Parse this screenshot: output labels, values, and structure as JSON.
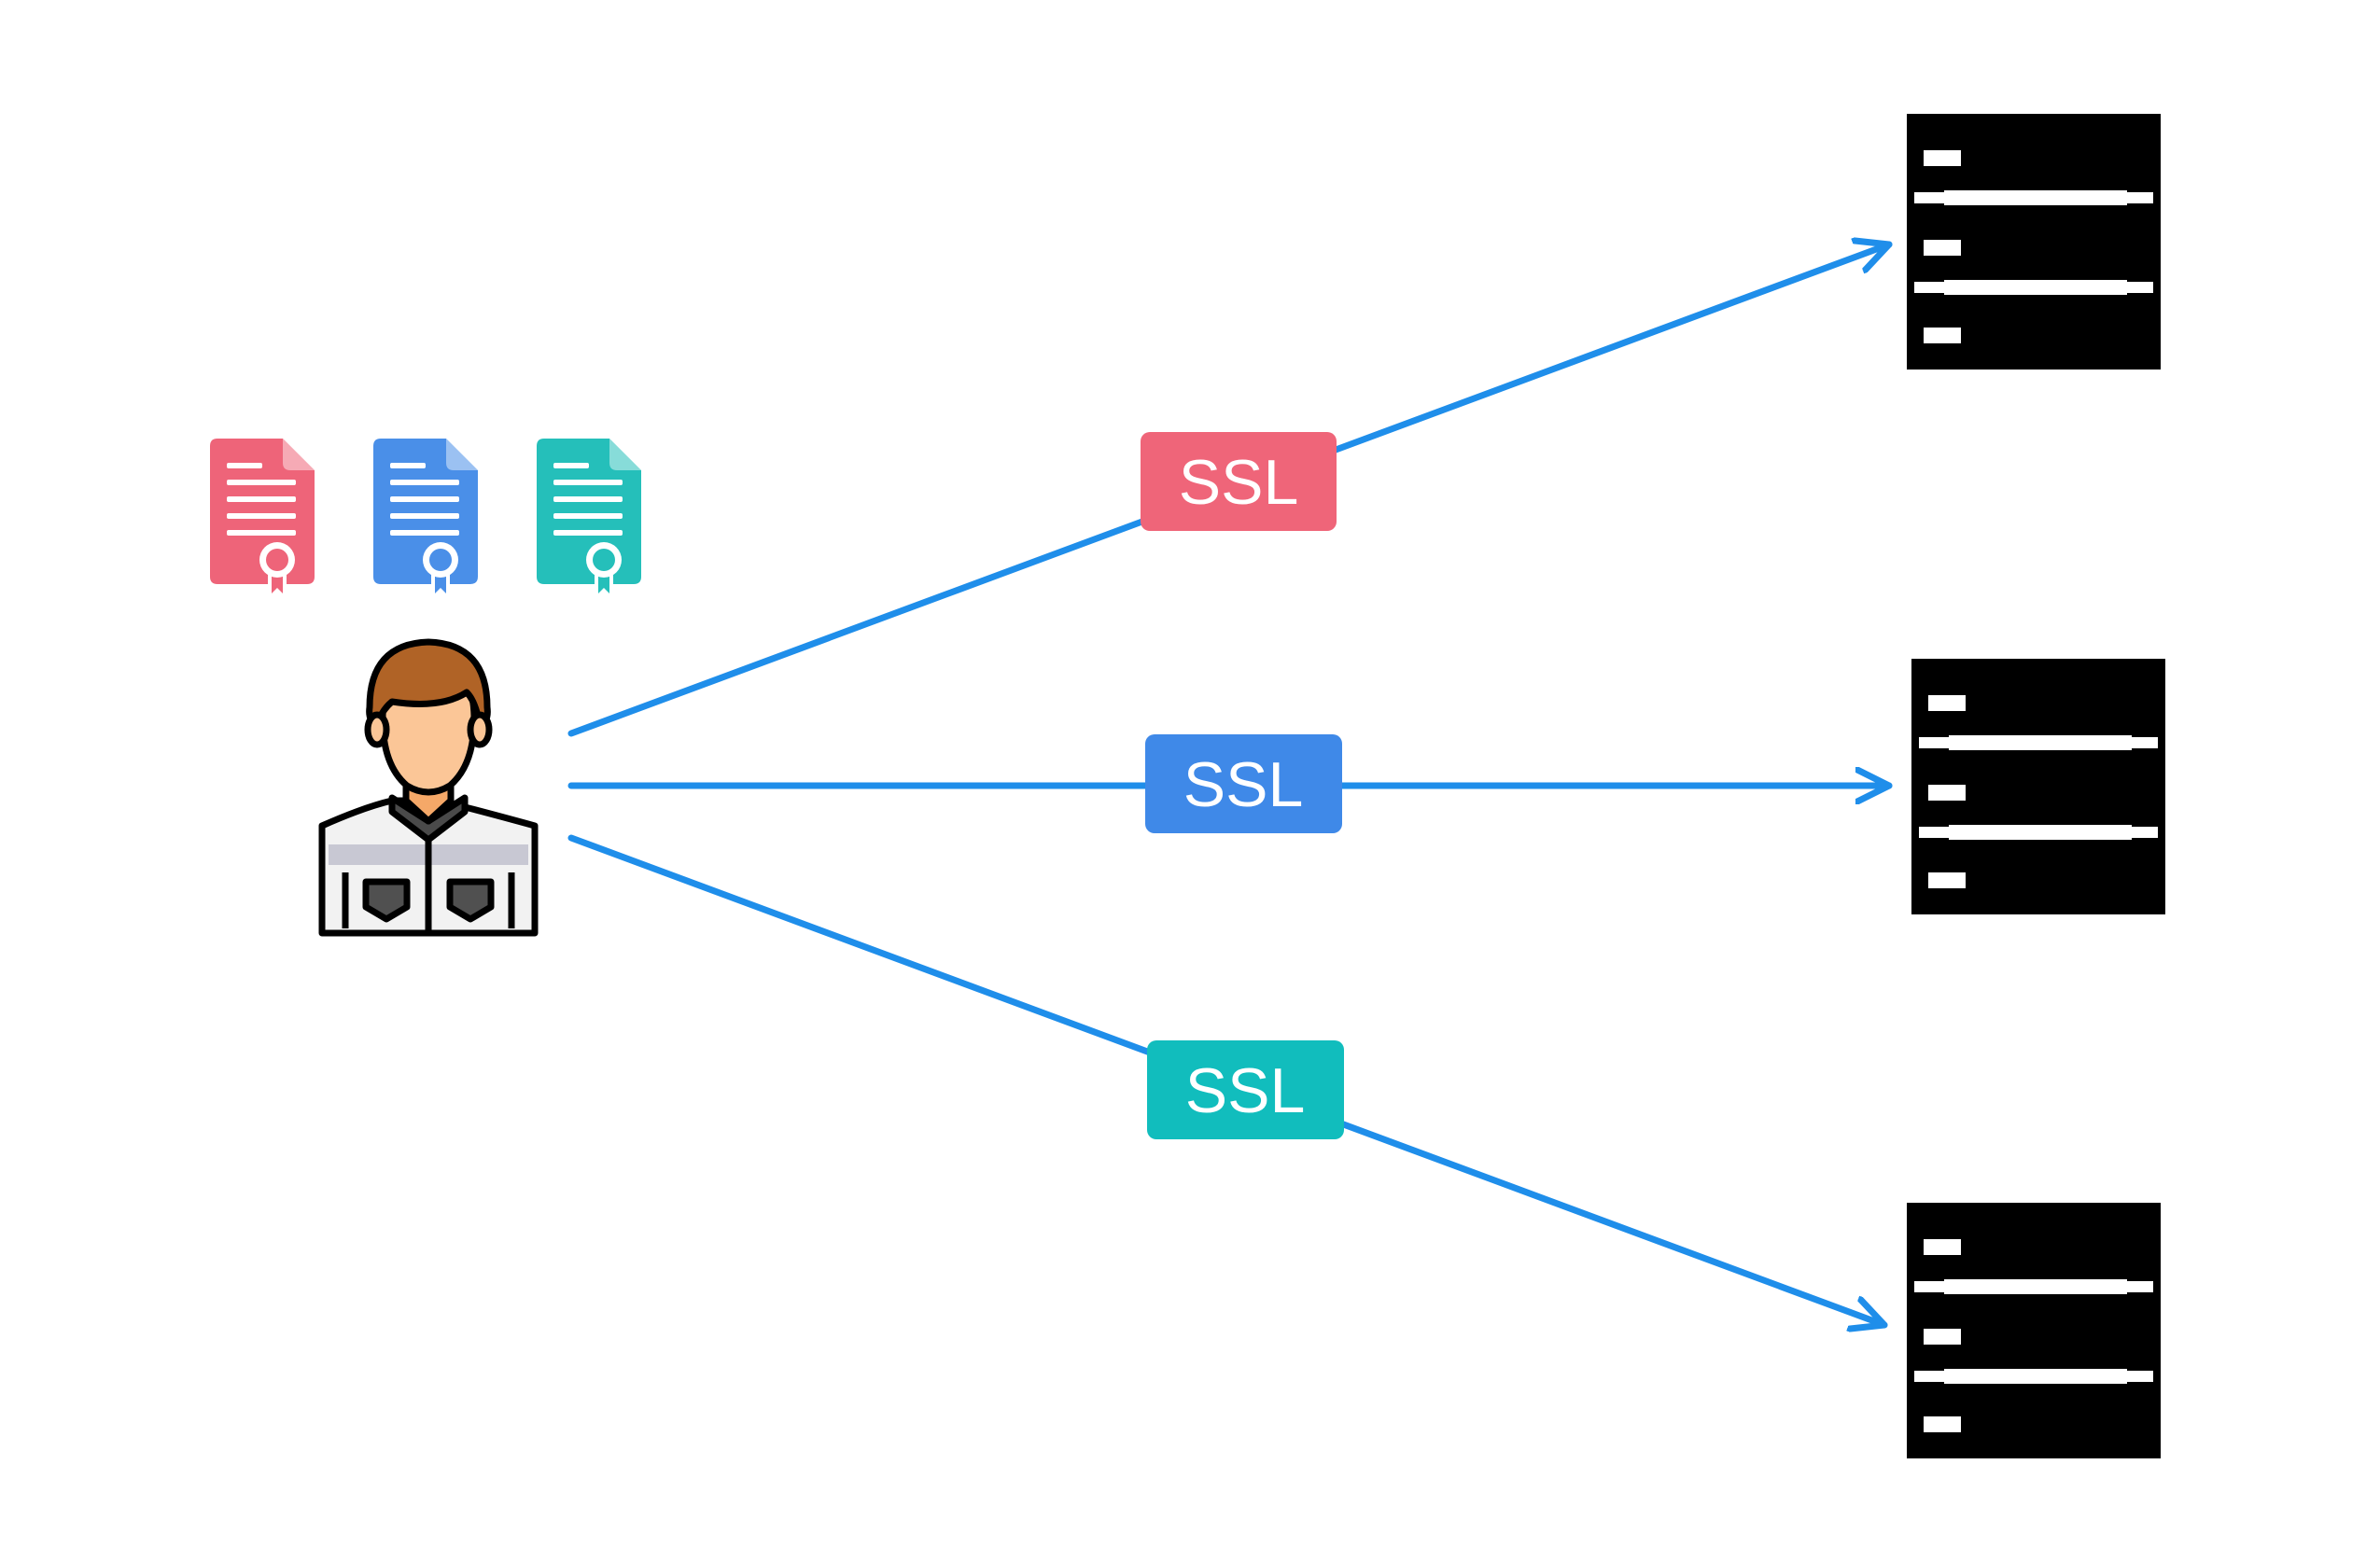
{
  "colors": {
    "background": "#ffffff",
    "arrow": "#1f8eea",
    "server": "#000000",
    "cert_red": "#ee6479",
    "cert_blue": "#4a8fe8",
    "cert_teal": "#25bfba"
  },
  "certificates": [
    {
      "icon": "certificate-icon",
      "color": "#ee6479"
    },
    {
      "icon": "certificate-icon",
      "color": "#4a8fe8"
    },
    {
      "icon": "certificate-icon",
      "color": "#25bfba"
    }
  ],
  "client": {
    "icon": "user-avatar-icon"
  },
  "connections": [
    {
      "label": "SSL",
      "color": "#ef6579",
      "target_icon": "server-icon"
    },
    {
      "label": "SSL",
      "color": "#3f89e8",
      "target_icon": "server-icon"
    },
    {
      "label": "SSL",
      "color": "#11bdbd",
      "target_icon": "server-icon"
    }
  ]
}
